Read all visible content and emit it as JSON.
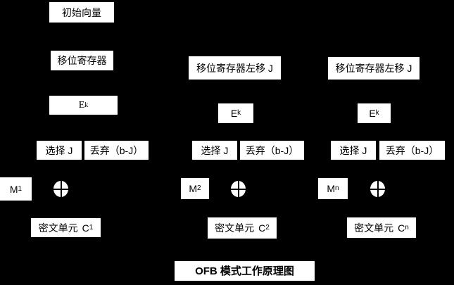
{
  "diagram": {
    "title": "OFB 模式工作原理图",
    "colors": {
      "background": "#000000",
      "box_fill": "#ffffff",
      "box_text": "#000000"
    }
  },
  "columns": [
    {
      "iv": "初始向量",
      "shift": "移位寄存器",
      "encrypt": {
        "base": "E",
        "sub": "k"
      },
      "select": "选择 J",
      "discard": "丢弃（b-J）",
      "message": {
        "base": "M",
        "sub": "1"
      },
      "cipher_unit": {
        "label": "密文单元",
        "base": "C",
        "sub": "1"
      }
    },
    {
      "shift": "移位寄存器左移 J",
      "encrypt": {
        "base": "E",
        "sub": "k"
      },
      "select": "选择 J",
      "discard": "丢弃（b-J）",
      "message": {
        "base": "M",
        "sub": "2"
      },
      "cipher_unit": {
        "label": "密文单元",
        "base": "C",
        "sub": "2"
      }
    },
    {
      "shift": "移位寄存器左移 J",
      "encrypt": {
        "base": "E",
        "sub": "k"
      },
      "select": "选择 J",
      "discard": "丢弃（b-J）",
      "message": {
        "base": "M",
        "sub": "n"
      },
      "cipher_unit": {
        "label": "密文单元",
        "base": "C",
        "sub": "n"
      }
    }
  ]
}
